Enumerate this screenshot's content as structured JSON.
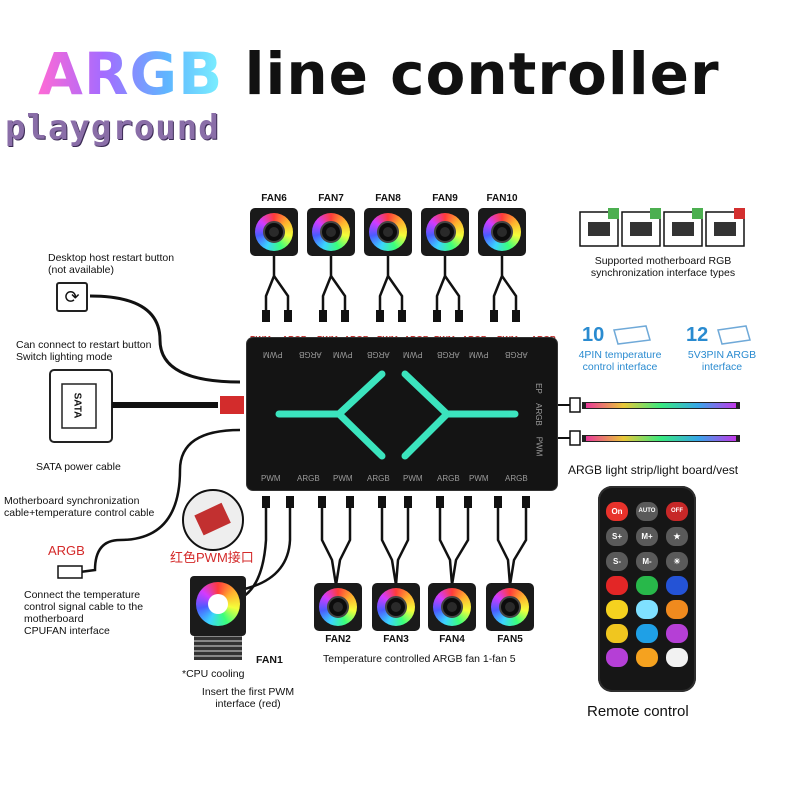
{
  "title": {
    "argb": "ARGB",
    "rest": " line controller"
  },
  "brand": "playground",
  "top_fans": [
    "FAN6",
    "FAN7",
    "FAN8",
    "FAN9",
    "FAN10"
  ],
  "bottom_fans": [
    "FAN2",
    "FAN3",
    "FAN4",
    "FAN5"
  ],
  "cpu_fan": "FAN1",
  "top_ports": [
    "PWM",
    "ARGB",
    "PWM",
    "ARGB",
    "PWM",
    "ARGB",
    "PWM",
    "ARGB",
    "PWM",
    "ARGB"
  ],
  "hub_top_ports": [
    "PWM",
    "ARGB",
    "PWM",
    "ARGB",
    "PWM",
    "ARGB",
    "PWM",
    "ARGB"
  ],
  "hub_bottom_ports": [
    "PWM",
    "ARGB",
    "PWM",
    "ARGB",
    "PWM",
    "ARGB",
    "PWM",
    "ARGB"
  ],
  "hub_side_ports": {
    "argb": "ARGB",
    "ep": "EP",
    "pwm": "PWM"
  },
  "labels": {
    "restart_button": "Desktop host restart button",
    "restart_note": "(not available)",
    "connect_restart": "Can connect to restart button",
    "switch_lighting": "Switch lighting mode",
    "sata": "SATA power cable",
    "sata_plate": "SATA",
    "mobo_sync": "Motherboard synchronization",
    "mobo_sync2": "cable+temperature control cable",
    "argb_tag": "ARGB",
    "connect_temp1": "Connect the temperature",
    "connect_temp2": "control signal cable to the",
    "connect_temp3": "motherboard",
    "connect_temp4": "CPUFAN interface",
    "red_pwm": "红色PWM接口",
    "cpu_cooling": "*CPU cooling",
    "insert_pwm1": "Insert the first PWM",
    "insert_pwm2": "interface (red)",
    "temp_fans": "Temperature controlled ARGB fan 1-fan 5",
    "supported1": "Supported motherboard RGB",
    "supported2": "synchronization interface types",
    "n10": "10",
    "n12": "12",
    "pin4_1": "4PIN temperature",
    "pin4_2": "control interface",
    "pin5_1": "5V3PIN ARGB",
    "pin5_2": "interface",
    "strip": "ARGB light strip/light board/vest",
    "remote": "Remote control"
  },
  "remote_buttons": [
    {
      "label": "On",
      "color": "#e8322b"
    },
    {
      "label": "AUTO",
      "color": "#5a5a5a"
    },
    {
      "label": "OFF",
      "color": "#c72828"
    },
    {
      "label": "S+",
      "color": "#5a5a5a"
    },
    {
      "label": "M+",
      "color": "#5a5a5a"
    },
    {
      "label": "★",
      "color": "#5a5a5a"
    },
    {
      "label": "S-",
      "color": "#5a5a5a"
    },
    {
      "label": "M-",
      "color": "#5a5a5a"
    },
    {
      "label": "☀",
      "color": "#5a5a5a"
    },
    {
      "label": "",
      "color": "#e32626"
    },
    {
      "label": "",
      "color": "#28b84a"
    },
    {
      "label": "",
      "color": "#2453d6"
    },
    {
      "label": "",
      "color": "#f5d21f"
    },
    {
      "label": "",
      "color": "#7fe0ff"
    },
    {
      "label": "",
      "color": "#f08a1e"
    },
    {
      "label": "",
      "color": "#f0c61f"
    },
    {
      "label": "",
      "color": "#1fa0e6"
    },
    {
      "label": "",
      "color": "#b53fd6"
    },
    {
      "label": "",
      "color": "#b53fd6"
    },
    {
      "label": "",
      "color": "#f5a21f"
    },
    {
      "label": "",
      "color": "#f2f2f2"
    }
  ],
  "accent": {
    "hub_light": "#3ef0c8",
    "brand": "#8a6ea8",
    "blue_text": "#2a8bd0",
    "red_text": "#d42a2a"
  }
}
